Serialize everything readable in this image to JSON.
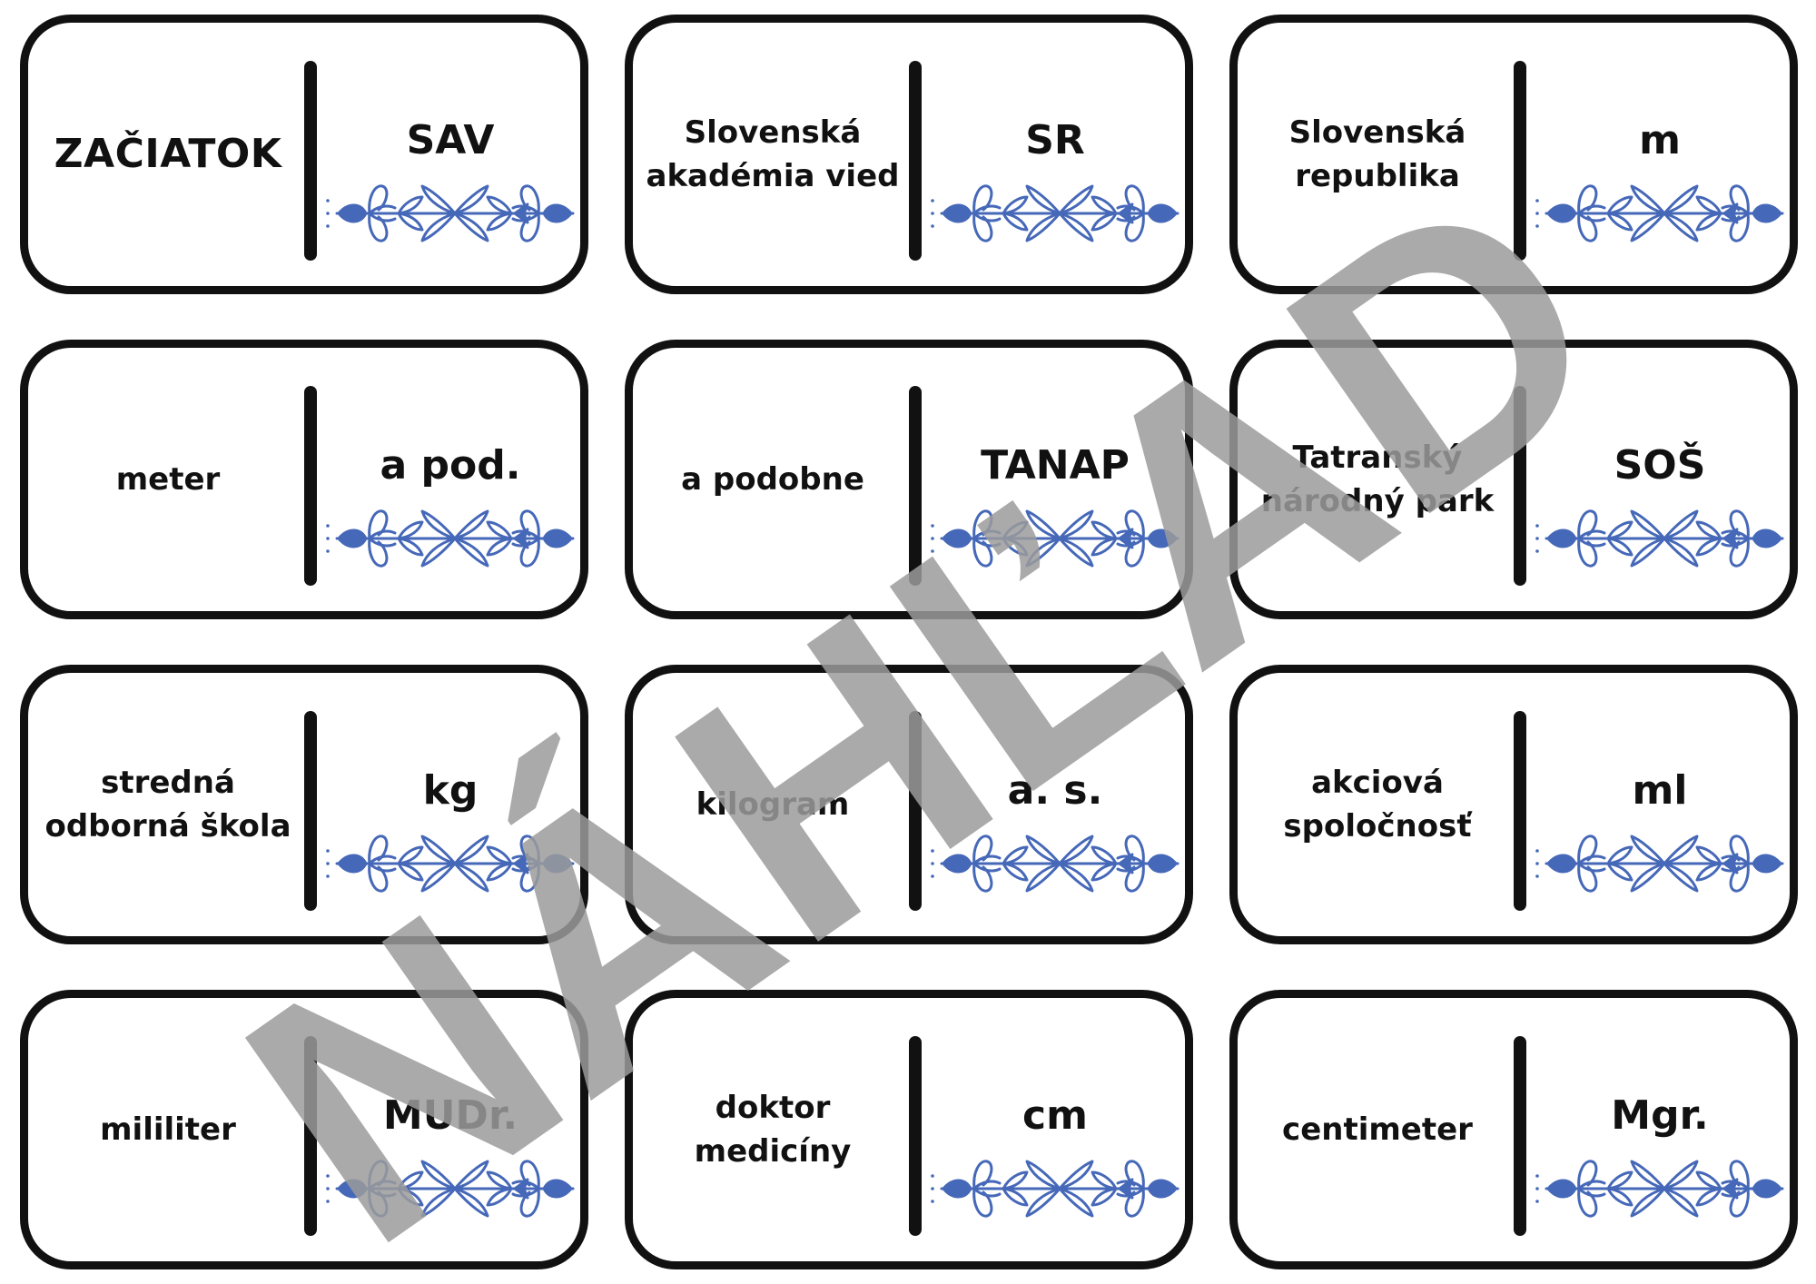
{
  "colors": {
    "ornament": "#4668b8",
    "border": "#111111",
    "watermark": "#9b9b9b"
  },
  "watermark": "NÁHĽAD",
  "cards": [
    {
      "left": "ZAČIATOK",
      "right": "SAV",
      "left_big": true
    },
    {
      "left": "Slovenská akadémia vied",
      "right": "SR"
    },
    {
      "left": "Slovenská republika",
      "right": "m"
    },
    {
      "left": "meter",
      "right": "a pod."
    },
    {
      "left": "a podobne",
      "right": "TANAP"
    },
    {
      "left": "Tatranský národný park",
      "right": "SOŠ"
    },
    {
      "left": "stredná odborná škola",
      "right": "kg"
    },
    {
      "left": "kilogram",
      "right": "a. s."
    },
    {
      "left": "akciová spoločnosť",
      "right": "ml"
    },
    {
      "left": "mililiter",
      "right": "MUDr."
    },
    {
      "left": "doktor medicíny",
      "right": "cm"
    },
    {
      "left": "centimeter",
      "right": "Mgr."
    }
  ]
}
